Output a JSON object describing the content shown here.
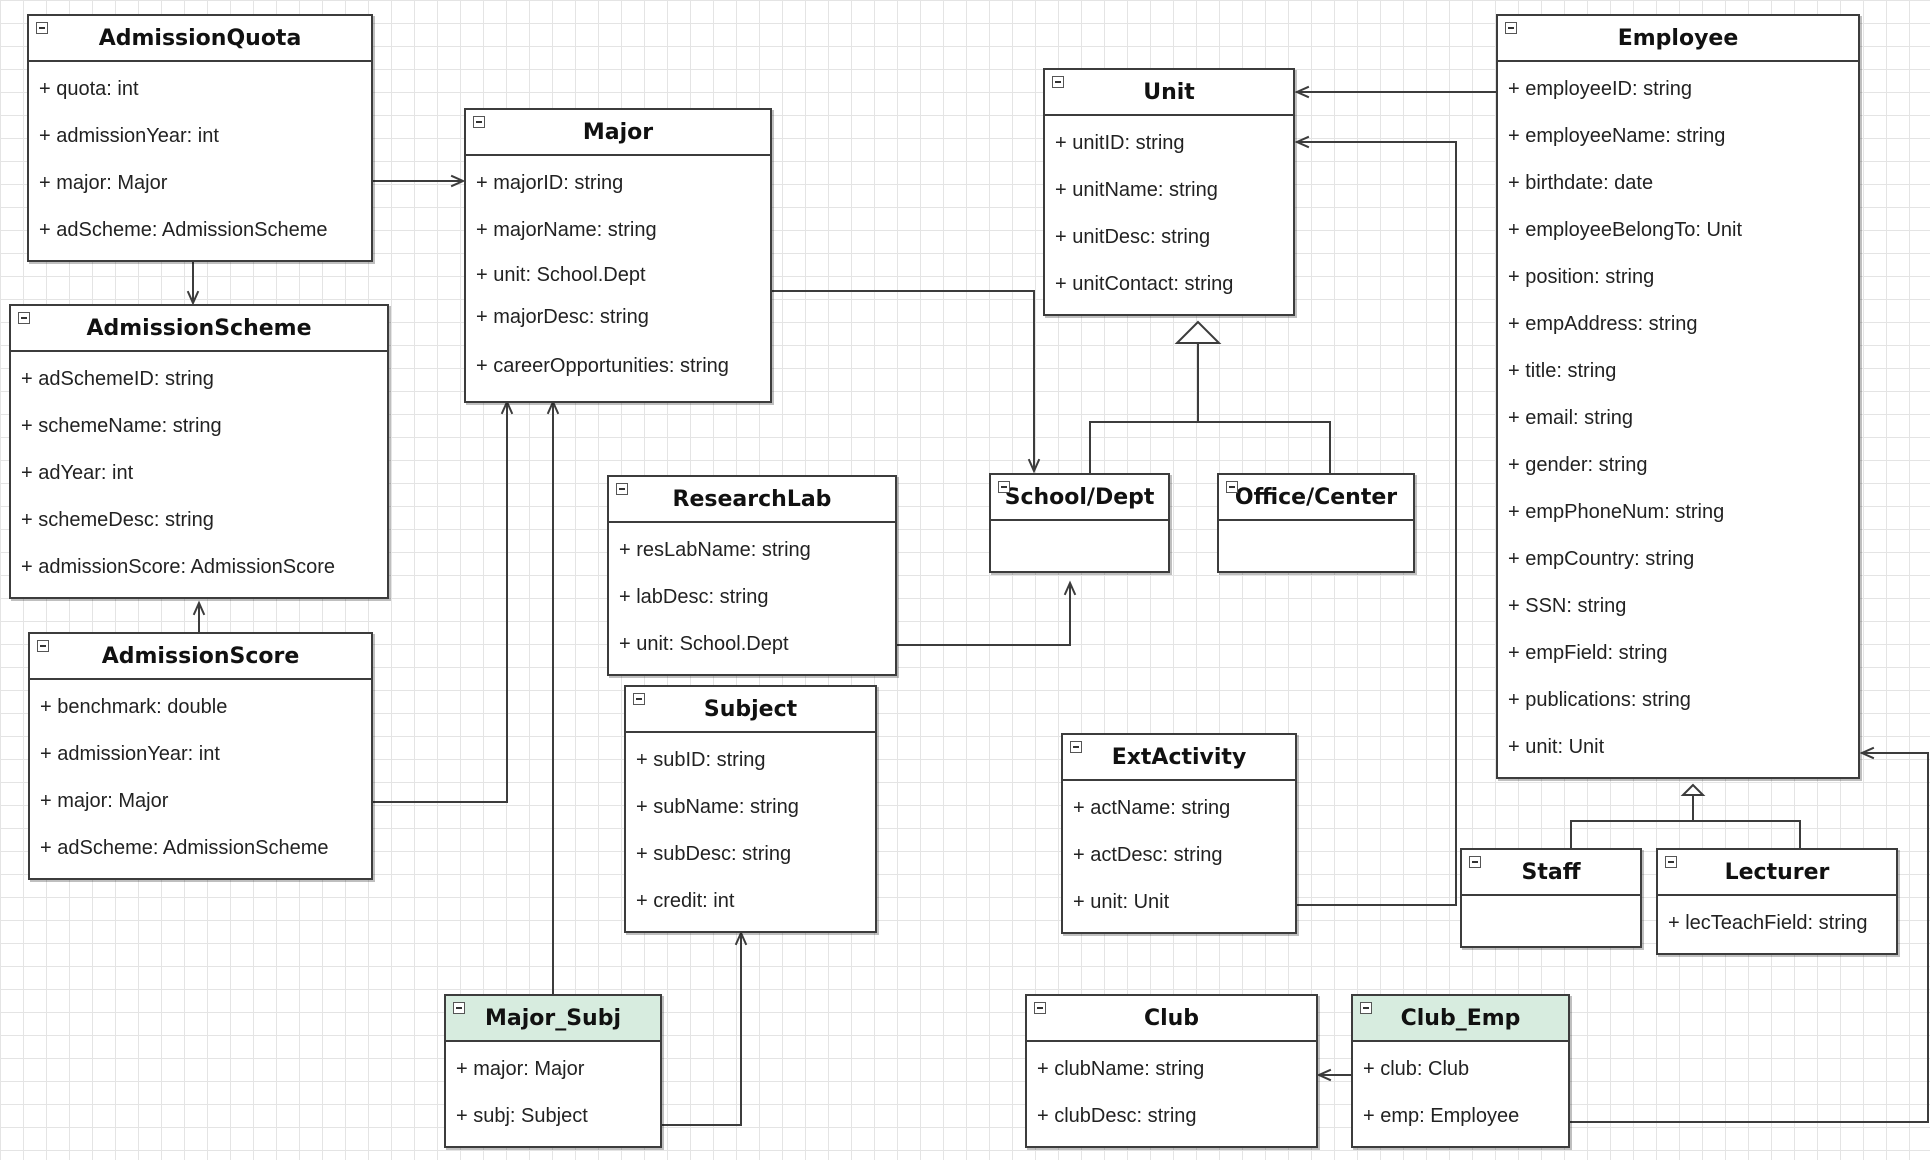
{
  "classes": {
    "admission_quota": {
      "name": "AdmissionQuota",
      "attrs": [
        "+ quota: int",
        "+ admissionYear: int",
        "+ major: Major",
        "+ adScheme: AdmissionScheme"
      ]
    },
    "admission_scheme": {
      "name": "AdmissionScheme",
      "attrs": [
        "+ adSchemeID: string",
        "+ schemeName: string",
        "+ adYear: int",
        "+ schemeDesc: string",
        "+ admissionScore: AdmissionScore"
      ]
    },
    "admission_score": {
      "name": "AdmissionScore",
      "attrs": [
        "+ benchmark: double",
        "+ admissionYear: int",
        "+ major: Major",
        "+ adScheme: AdmissionScheme"
      ]
    },
    "major": {
      "name": "Major",
      "attrs": [
        "+ majorID: string",
        "+ majorName: string",
        "+ unit: School.Dept",
        "+ majorDesc: string",
        "+ careerOpportunities: string"
      ]
    },
    "unit": {
      "name": "Unit",
      "attrs": [
        "+ unitID: string",
        "+ unitName: string",
        "+ unitDesc: string",
        "+ unitContact: string"
      ]
    },
    "school_dept": {
      "name": "School/Dept",
      "attrs": []
    },
    "office_center": {
      "name": "Office/Center",
      "attrs": []
    },
    "research_lab": {
      "name": "ResearchLab",
      "attrs": [
        "+ resLabName: string",
        "+ labDesc: string",
        "+ unit: School.Dept"
      ]
    },
    "subject": {
      "name": "Subject",
      "attrs": [
        "+ subID: string",
        "+ subName: string",
        "+ subDesc: string",
        "+ credit: int"
      ]
    },
    "ext_activity": {
      "name": "ExtActivity",
      "attrs": [
        "+ actName: string",
        "+ actDesc: string",
        "+ unit: Unit"
      ]
    },
    "employee": {
      "name": "Employee",
      "attrs": [
        "+ employeeID: string",
        "+ employeeName: string",
        "+ birthdate: date",
        "+ employeeBelongTo: Unit",
        "+ position: string",
        "+ empAddress: string",
        "+ title: string",
        "+ email: string",
        "+ gender: string",
        "+ empPhoneNum: string",
        "+ empCountry: string",
        "+ SSN: string",
        "+ empField: string",
        "+ publications: string",
        "+ unit: Unit"
      ]
    },
    "staff": {
      "name": "Staff",
      "attrs": []
    },
    "lecturer": {
      "name": "Lecturer",
      "attrs": [
        "+ lecTeachField: string"
      ]
    },
    "major_subj": {
      "name": "Major_Subj",
      "attrs": [
        "+ major: Major",
        "+ subj: Subject"
      ]
    },
    "club": {
      "name": "Club",
      "attrs": [
        "+ clubName: string",
        "+ clubDesc: string"
      ]
    },
    "club_emp": {
      "name": "Club_Emp",
      "attrs": [
        "+ club: Club",
        "+ emp: Employee"
      ]
    }
  },
  "colors": {
    "line": "#3c3c3c",
    "association_header": "#d7ecdf"
  }
}
